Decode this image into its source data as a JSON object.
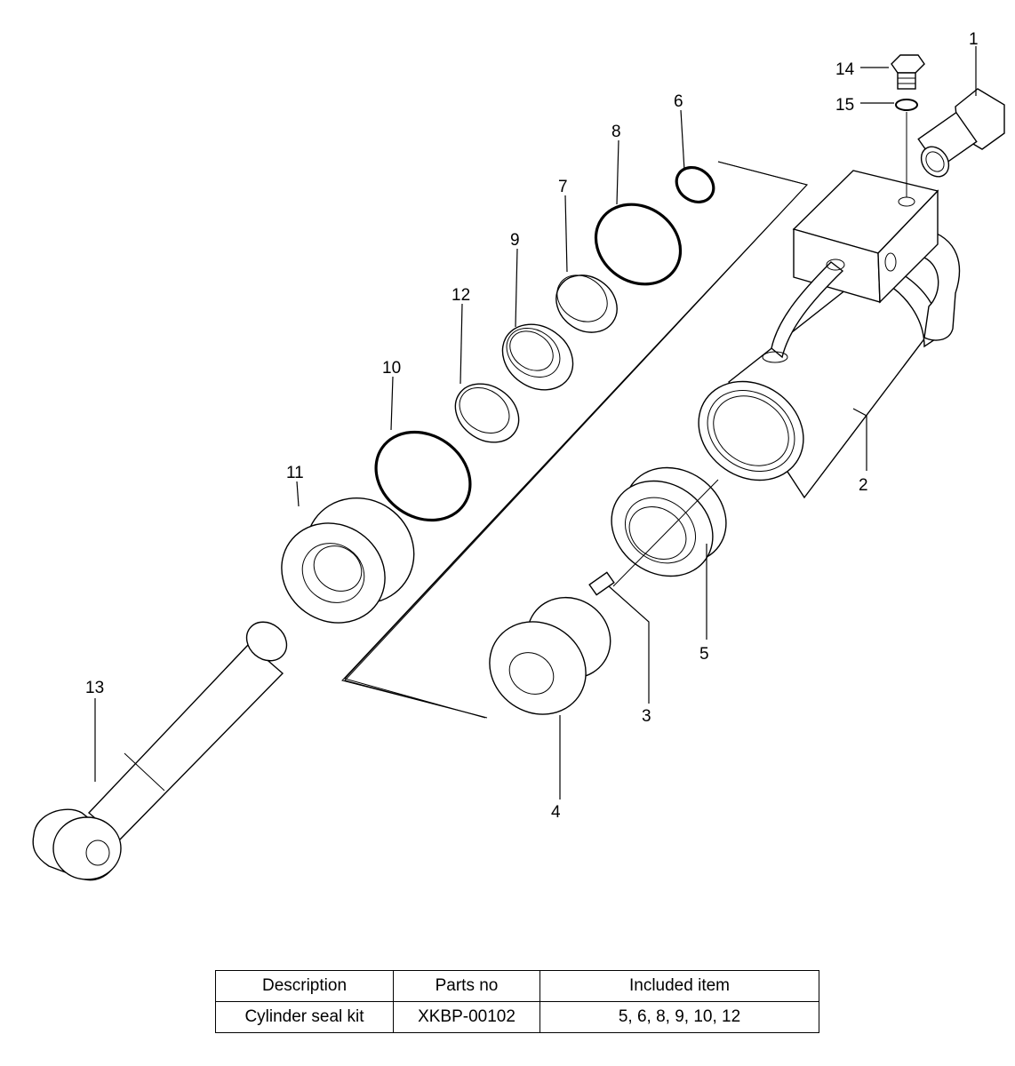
{
  "callouts": [
    "1",
    "2",
    "3",
    "4",
    "5",
    "6",
    "7",
    "8",
    "9",
    "10",
    "11",
    "12",
    "13",
    "14",
    "15"
  ],
  "table": {
    "headers": [
      "Description",
      "Parts no",
      "Included item"
    ],
    "rows": [
      {
        "description": "Cylinder seal kit",
        "parts_no": "XKBP-00102",
        "included": "5, 6, 8, 9, 10, 12"
      }
    ]
  }
}
